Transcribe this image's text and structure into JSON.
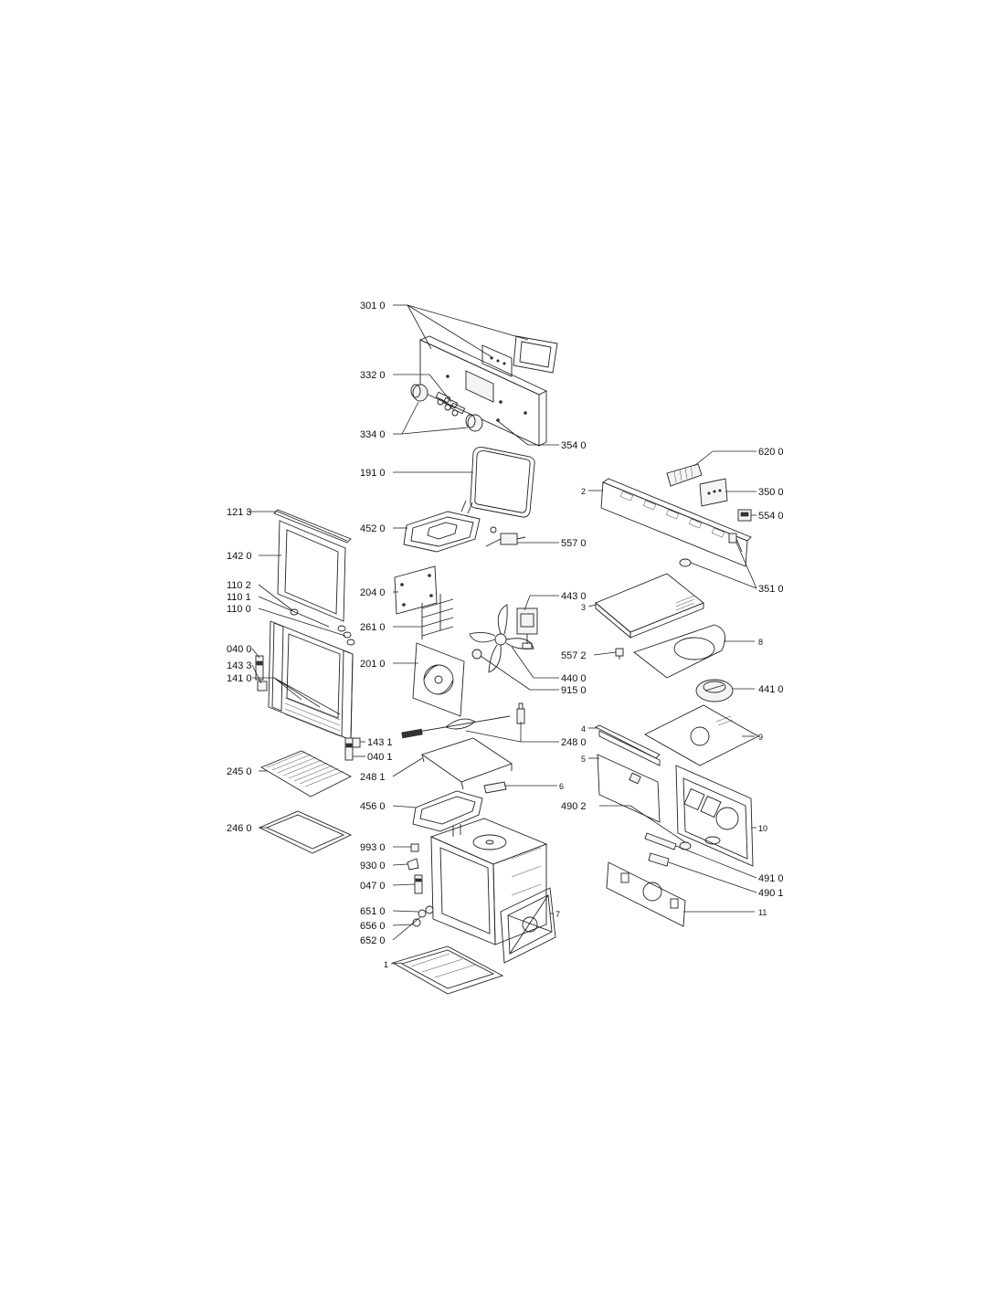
{
  "diagram": {
    "labels": {
      "c3010": "301 0",
      "c3320": "332 0",
      "c3340": "334 0",
      "c3540": "354 0",
      "c1910": "191 0",
      "c1213": "121 3",
      "c4520": "452 0",
      "c5570": "557 0",
      "c1420": "142 0",
      "c2040": "204 0",
      "c1102": "110 2",
      "c1101": "110 1",
      "c1100": "110 0",
      "c2610": "261 0",
      "c4430": "443 0",
      "c0400": "040 0",
      "c2010": "201 0",
      "c5572": "557 2",
      "c1433": "143 3",
      "c1410": "141 0",
      "c4400": "440 0",
      "c9150": "915 0",
      "c1431": "143 1",
      "c0401": "040 1",
      "c2480": "248 0",
      "c2450": "245 0",
      "c2481": "248 1",
      "n6": "6",
      "c4560": "456 0",
      "c2460": "246 0",
      "c9930": "993 0",
      "c9300": "930 0",
      "c0470": "047 0",
      "c6510": "651 0",
      "c6560": "656 0",
      "c6520": "652 0",
      "n1": "1",
      "n7": "7",
      "c6200": "620 0",
      "c3500": "350 0",
      "n2": "2",
      "c5540": "554 0",
      "c3510": "351 0",
      "n3": "3",
      "n8": "8",
      "c4410": "441 0",
      "n4": "4",
      "n9": "9",
      "n5": "5",
      "c4902": "490 2",
      "n10": "10",
      "c4910": "491 0",
      "c4901": "490 1",
      "n11": "11"
    }
  }
}
